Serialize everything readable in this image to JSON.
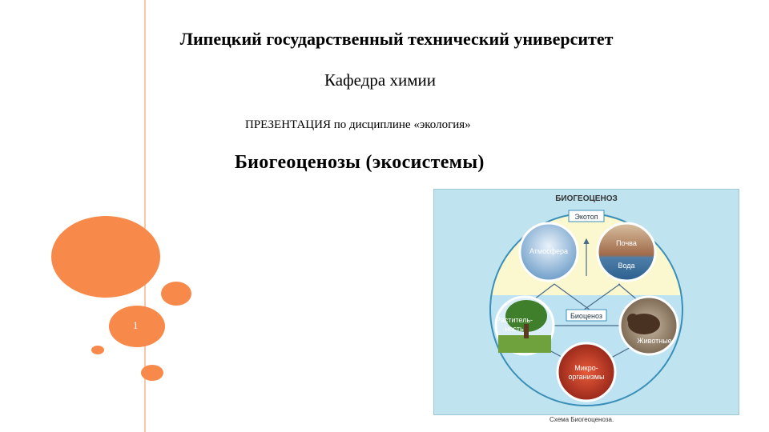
{
  "header": {
    "university": "Липецкий государственный технический университет",
    "department": "Кафедра химии",
    "presentation": "ПРЕЗЕНТАЦИЯ по дисциплине «экология»",
    "title": "Биогеоценозы (экосистемы)"
  },
  "slide_number": "1",
  "diagram": {
    "title": "БИОГЕОЦЕНОЗ",
    "ecotop": "Экотоп",
    "biocenosis": "Биоценоз",
    "atmosphere": "Атмосфера",
    "soil": "Почва",
    "water": "Вода",
    "plants_1": "Раститель-",
    "plants_2": "ность",
    "animals": "Животные",
    "micro_1": "Микро-",
    "micro_2": "организмы"
  },
  "caption": "Схема Биогеоценоза."
}
